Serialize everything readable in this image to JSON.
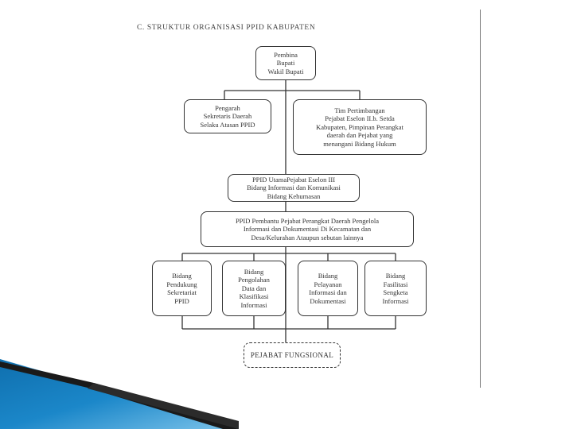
{
  "title": "C. STRUKTUR ORGANISASI PPID KABUPATEN",
  "nodes": {
    "pembina": "Pembina\nBupati\nWakil Bupati",
    "pengarah": "Pengarah\nSekretaris Daerah\nSelaku Atasan PPID",
    "tim_pertimbangan": "Tim Pertimbangan\nPejabat Eselon II.b. Setda\nKabupaten, Pimpinan Perangkat\ndaerah dan Pejabat yang\nmenangani Bidang Hukum",
    "ppid_utama": "PPID UtamaPejabat Eselon III\nBidang Informasi dan Komunikasi\nBidang Kehumasan",
    "ppid_pembantu": "PPID Pembantu Pejabat Perangkat Daerah  Pengelola\nInformasi dan Dokumentasi Di Kecamatan dan\nDesa/Kelurahan Ataupun sebutan lainnya",
    "bidang_pendukung": "Bidang\nPendukung\nSekretariat\nPPID",
    "bidang_pengolahan": "Bidang\nPengolahan\nData dan\nKlasifikasi\nInformasi",
    "bidang_pelayanan": "Bidang\nPelayanan\nInformasi dan\nDokumentasi",
    "bidang_fasilitasi": "Bidang\nFasilitasi\nSengketa\nInformasi",
    "pejabat_fungsional": "PEJABAT FUNGSIONAL"
  },
  "colors": {
    "decor_blue": "#1b87c9",
    "decor_light": "#7cc3ea",
    "decor_dark": "#1a1a1a"
  }
}
